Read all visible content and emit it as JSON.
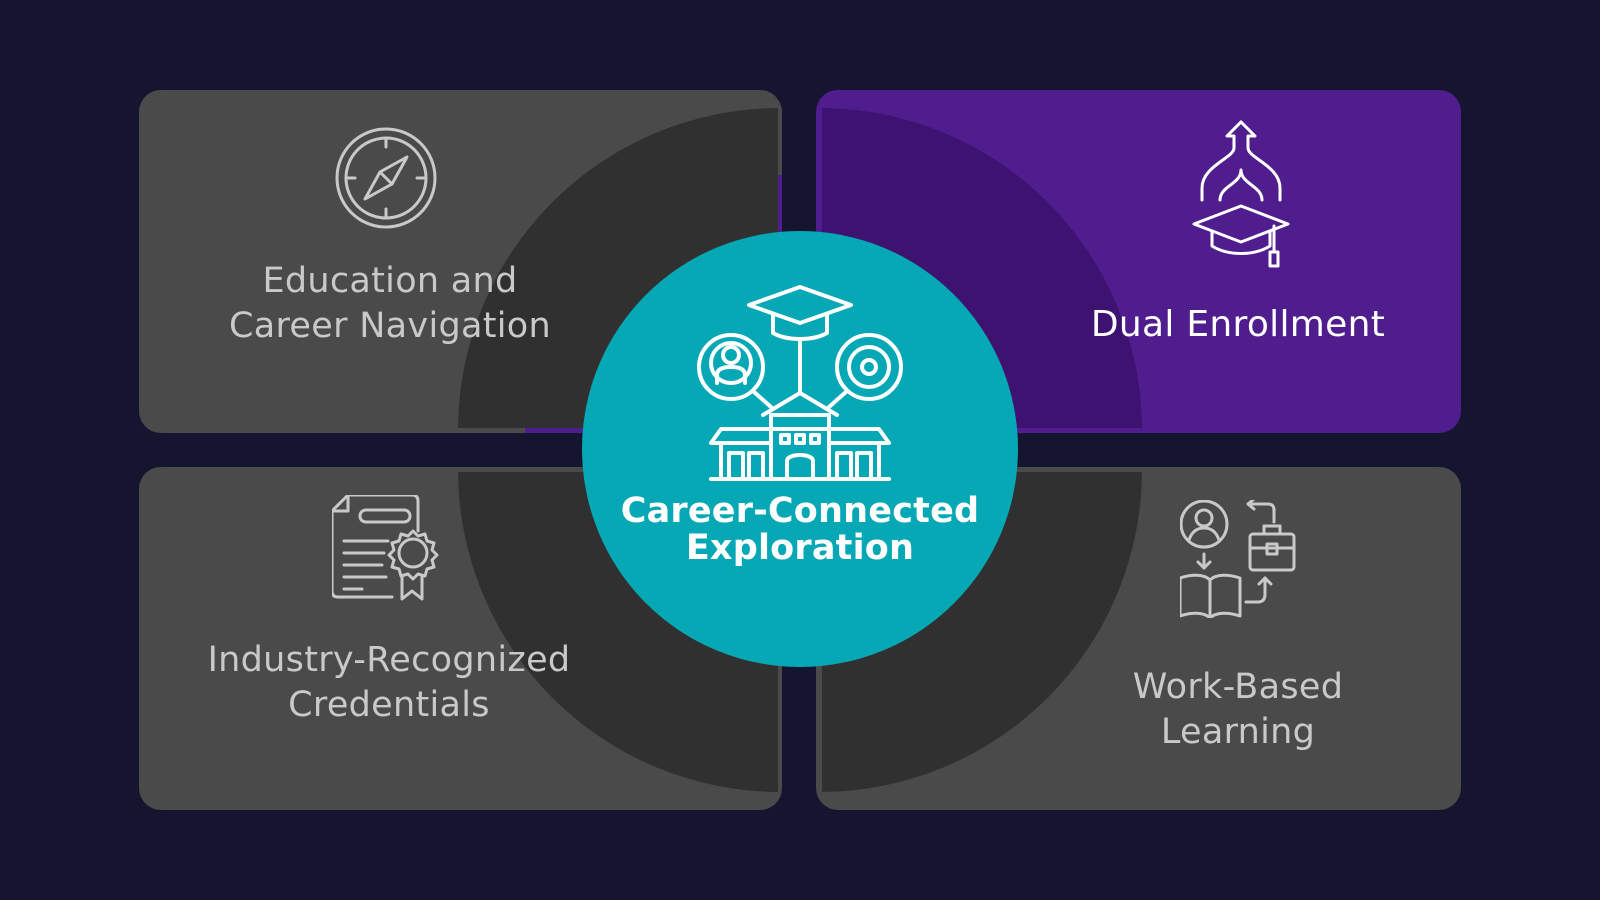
{
  "center": {
    "label": "Career-Connected\nExploration",
    "icon": "school-graduation-network-icon",
    "color": "#05a8b4"
  },
  "quadrants": {
    "top_left": {
      "label": "Education and\nCareer Navigation",
      "icon": "compass-icon",
      "color": "#4a4a4a"
    },
    "top_right": {
      "label": "Dual Enrollment",
      "icon": "graduation-cap-arrow-icon",
      "color": "#501d8f",
      "highlighted": true
    },
    "bottom_left": {
      "label": "Industry-Recognized\nCredentials",
      "icon": "certificate-icon",
      "color": "#4a4a4a"
    },
    "bottom_right": {
      "label": "Work-Based\nLearning",
      "icon": "work-learning-cycle-icon",
      "color": "#4a4a4a"
    }
  },
  "colors": {
    "background": "#151530",
    "ring": "#303030",
    "ring_purple": "#3e1270"
  }
}
